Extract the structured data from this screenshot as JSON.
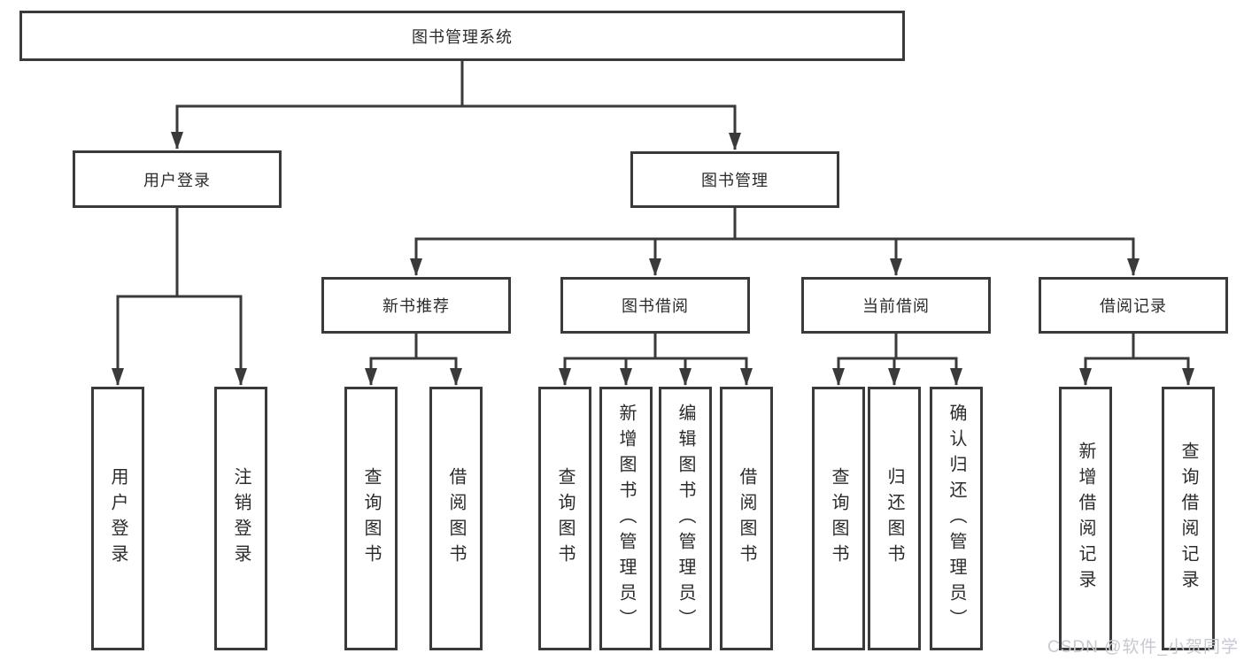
{
  "diagram": {
    "root": {
      "label": "图书管理系统"
    },
    "level2": [
      {
        "label": "用户登录"
      },
      {
        "label": "图书管理"
      }
    ],
    "level3": [
      {
        "label": "新书推荐"
      },
      {
        "label": "图书借阅"
      },
      {
        "label": "当前借阅"
      },
      {
        "label": "借阅记录"
      }
    ],
    "leaves": {
      "user_login": [
        "用户登录",
        "注销登录"
      ],
      "new_books": [
        "查询图书",
        "借阅图书"
      ],
      "book_borrow": [
        "查询图书",
        "新增图书（管理员）",
        "编辑图书（管理员）",
        "借阅图书"
      ],
      "current_borrow": [
        "查询图书",
        "归还图书",
        "确认归还（管理员）"
      ],
      "borrow_records": [
        "新增借阅记录",
        "查询借阅记录"
      ]
    }
  },
  "watermark": "CSDN @软件_小贺同学",
  "colors": {
    "line": "#3a3a3a",
    "box_background": "#ffffff",
    "text": "#2b2b2b",
    "watermark": "#c6c8d2"
  }
}
